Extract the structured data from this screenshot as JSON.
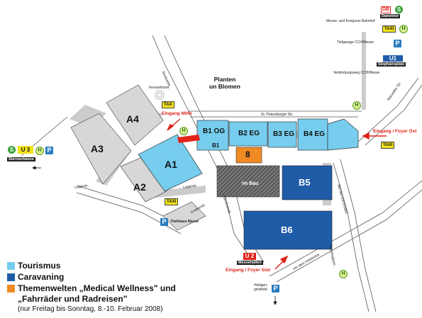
{
  "colors": {
    "tourism": "#76cdee",
    "caravaning": "#1f5ca8",
    "themes": "#f08a24",
    "building": "#d7d7d7",
    "path": "#cccccc",
    "redlink": "#e2231a"
  },
  "halls": {
    "a1": "A1",
    "a2": "A2",
    "a3": "A3",
    "a4": "A4",
    "b1og": "B1 OG",
    "b1": "B1",
    "b2eg": "B2 EG",
    "b3eg": "B3 EG",
    "b4eg": "B4 EG",
    "b5": "B5",
    "b6": "B6",
    "eight": "8",
    "imbau": "im Bau"
  },
  "park": {
    "line1": "Planten",
    "line2": "un Blomen"
  },
  "streets": {
    "rentzelstr": "Rentzelstr.",
    "st_petersburger": "St. Petersburger Str.",
    "karolinenstr": "Karolinenstr.",
    "marseiller": "Marseiller Str.",
    "bei_den_kirchhoefen": "Bei den Kirchhöfen",
    "holstenglacis": "Holstenglacis",
    "vor_dem_holstentor": "Vor dem Holstentor",
    "lagerstr": "Lagerstr.",
    "grabenstr": "Grabenstr."
  },
  "places": {
    "fernsehturm": "Fernsehturm",
    "parkhaus_messe": "Parkhaus Messe",
    "sternschanze": "Sternschanze",
    "messehallen": "Messehallen",
    "stephansplatz": "Stephansplatz",
    "dammtor": "Dammtor",
    "messe_kongress_bahnhof": "Messe- und Kongress Bahnhof",
    "tiefgarage": "Tiefgarage CCH/Messe",
    "verbindungsweg": "Verbindungsweg CCH/Messe",
    "heiligengeistfeld": "Heiligen-geistfeld"
  },
  "entrances": {
    "mitte": "Eingang Mitte",
    "ost": "Eingang / Foyer Ost",
    "sued": "Eingang / Foyer Süd"
  },
  "icons": {
    "taxi": "TAXI",
    "taxi_short": "TAX",
    "parking": "P",
    "bus_stop": "H",
    "sbahn": "S",
    "db": "DB",
    "u1": "U1",
    "u2": "U 2",
    "u3": "U 3"
  },
  "legend": {
    "tourismus": "Tourismus",
    "caravaning": "Caravaning",
    "themen_line1": "Themenwelten „Medical Wellness\" und",
    "themen_line2": "„Fahrräder und Radreisen\"",
    "themen_note": "(nur Freitag bis Sonntag, 8.-10. Februar 2008)"
  }
}
